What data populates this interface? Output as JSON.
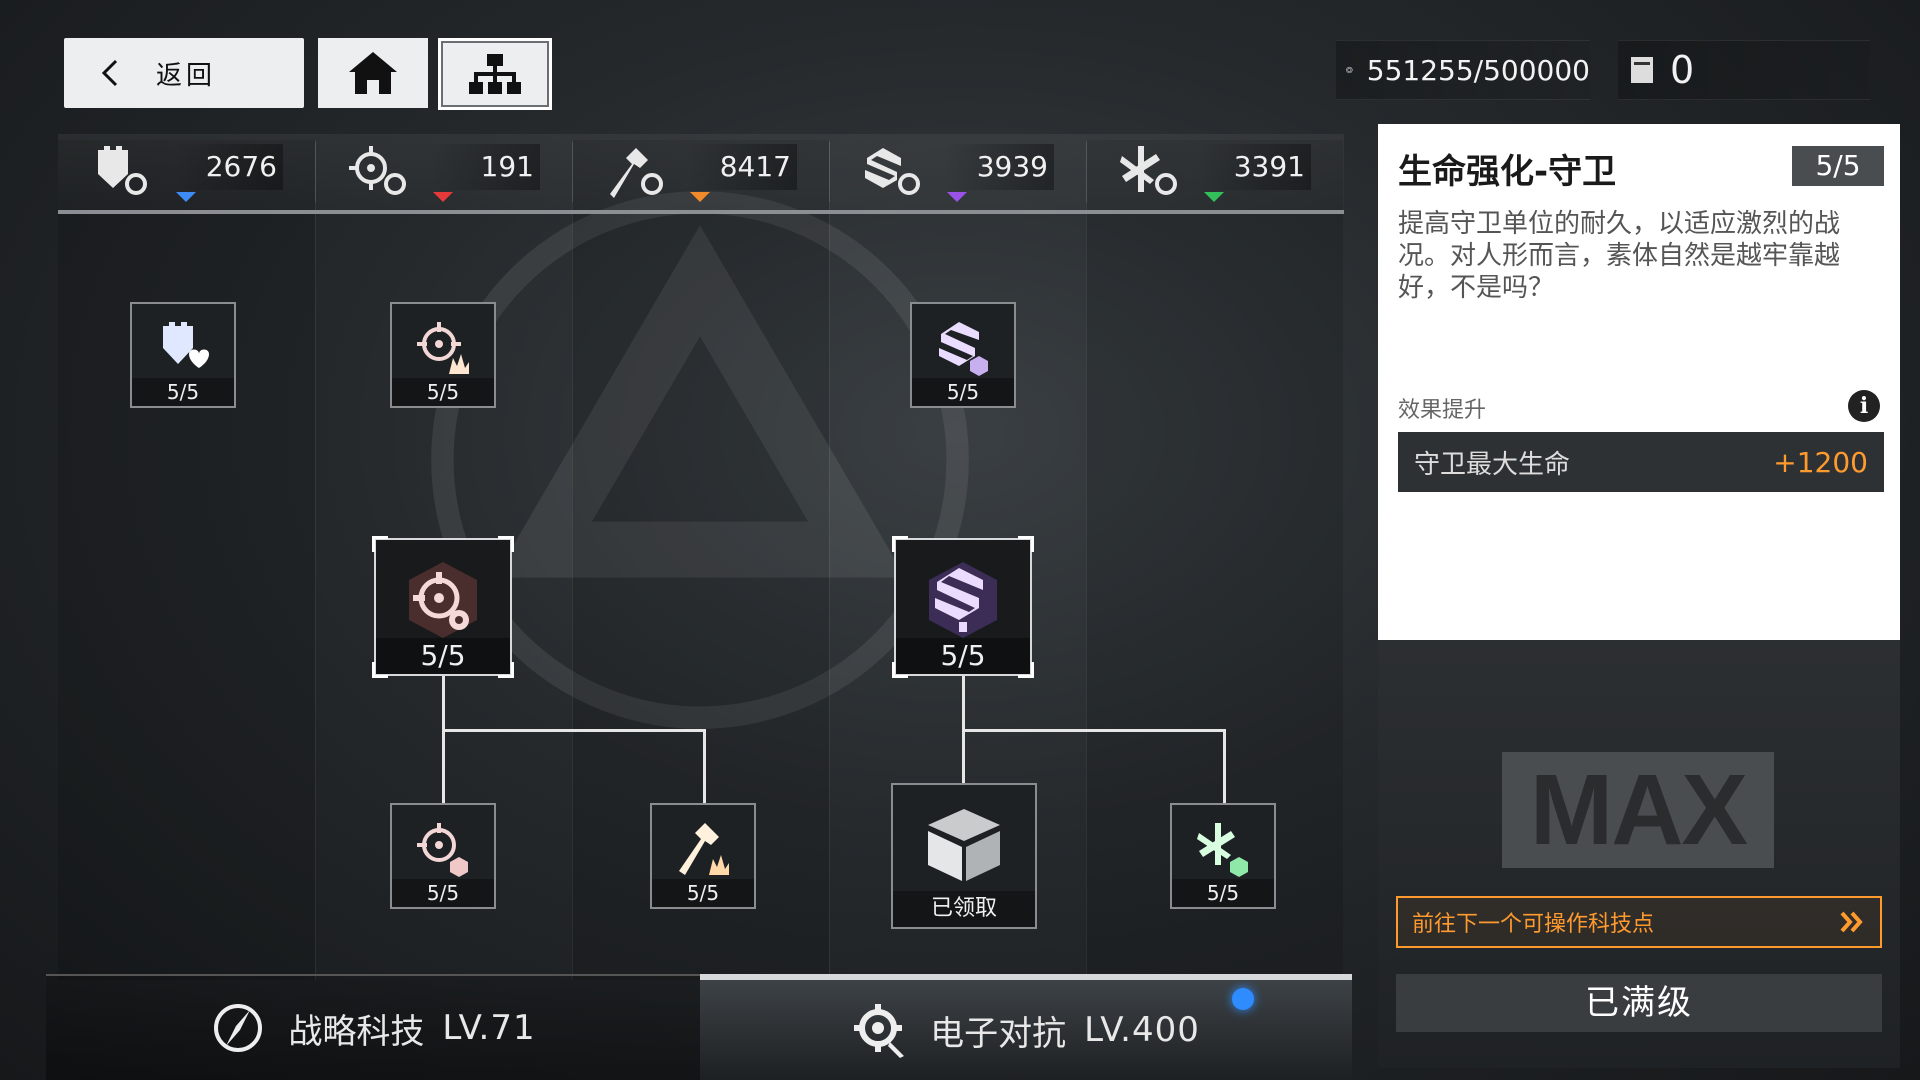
{
  "nav": {
    "back_label": "返回"
  },
  "resources": {
    "coin": "551255/500000",
    "card": "0"
  },
  "categories": [
    {
      "value": "2676",
      "color": "#3f8bf5"
    },
    {
      "value": "191",
      "color": "#e63a3a"
    },
    {
      "value": "8417",
      "color": "#f08a2a"
    },
    {
      "value": "3939",
      "color": "#9a52e8"
    },
    {
      "value": "3391",
      "color": "#33c05a"
    }
  ],
  "nodes": {
    "guard_hp": "5/5",
    "target_fire": "5/5",
    "shield_hex": "5/5",
    "target_big": "5/5",
    "shield_big": "5/5",
    "target_small": "5/5",
    "hammer": "5/5",
    "box_claimed": "已领取",
    "green_star": "5/5"
  },
  "tabs": {
    "strategy_label": "战略科技",
    "strategy_level": "LV.71",
    "ecm_label": "电子对抗",
    "ecm_level": "LV.400"
  },
  "panel": {
    "title": "生命强化-守卫",
    "badge": "5/5",
    "description": "提高守卫单位的耐久，以适应激烈的战况。对人形而言，素体自然是越牢靠越好，不是吗？",
    "effect_label": "效果提升",
    "effect_name": "守卫最大生命",
    "effect_value": "+1200",
    "max_text": "MAX",
    "goto_next": "前往下一个可操作科技点",
    "maxed_label": "已满级"
  },
  "colors": {
    "accent_orange": "#ff9a2e",
    "accent_blue": "#2e8cff"
  }
}
